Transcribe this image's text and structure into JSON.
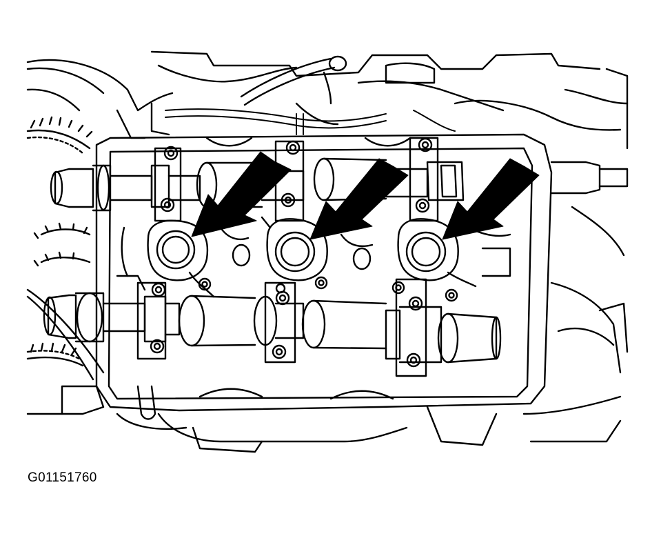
{
  "figure": {
    "code": "G01151760"
  },
  "colors": {
    "line": "#000000",
    "background": "#ffffff"
  },
  "callouts": [
    {
      "icon": "arrow-icon",
      "points_to": "spark-plug-tube-left"
    },
    {
      "icon": "arrow-icon",
      "points_to": "spark-plug-tube-center"
    },
    {
      "icon": "arrow-icon",
      "points_to": "spark-plug-tube-right"
    }
  ]
}
